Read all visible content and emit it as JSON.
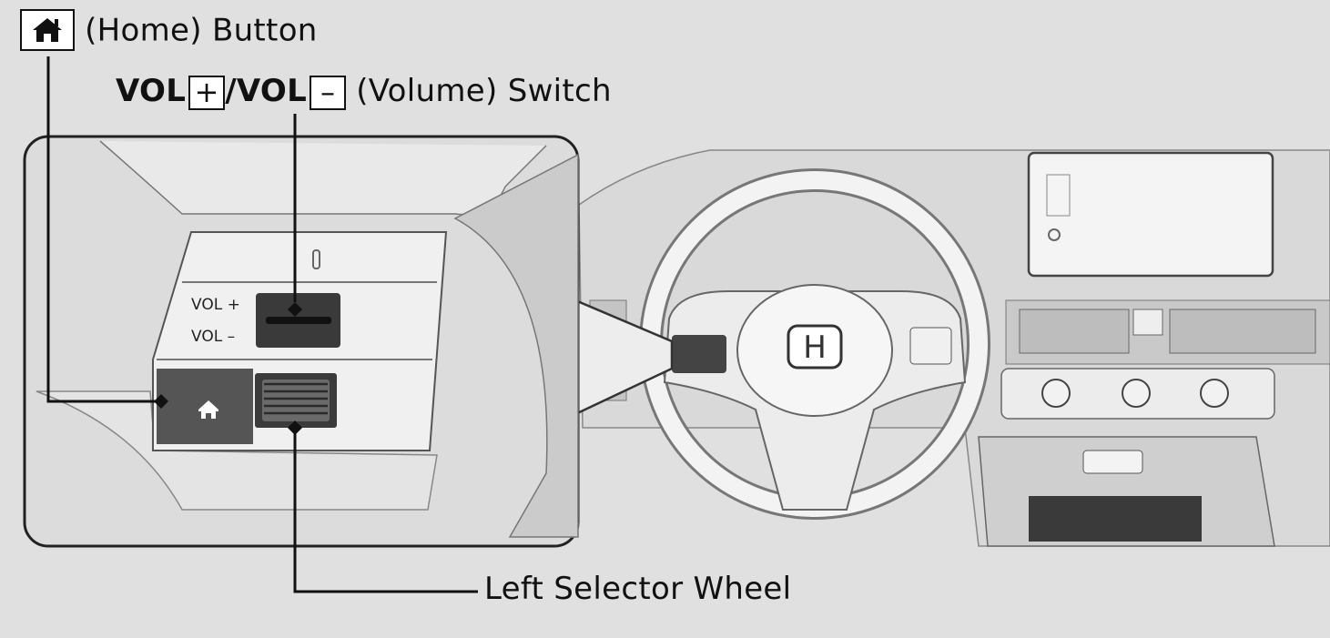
{
  "labels": {
    "home_button": "(Home) Button",
    "vol_plus": "VOL",
    "slash": "/",
    "vol_minus": "VOL",
    "volume_switch": "(Volume) Switch",
    "left_selector_wheel": "Left Selector Wheel"
  },
  "panel_text": {
    "vol_plus": "VOL +",
    "vol_minus": "VOL –"
  },
  "icons": {
    "home": "home-icon",
    "plus": "+",
    "minus": "–"
  }
}
